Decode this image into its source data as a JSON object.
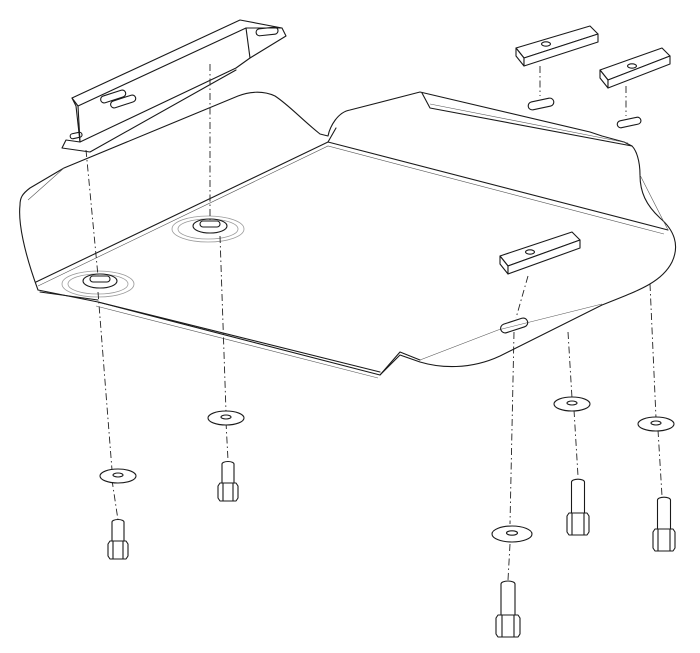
{
  "diagram": {
    "kind": "exploded assembly view",
    "line_color": "#1a1a1a",
    "background": "#ffffff",
    "parts": {
      "skid_plate": {
        "icon": "skid-plate-panel"
      },
      "mounting_bracket": {
        "icon": "slotted-bracket"
      },
      "spacer_blocks": {
        "count": 3,
        "icon": "rectangular-spacer"
      },
      "washers": {
        "count": 5,
        "icon": "flat-washer"
      },
      "bolts": {
        "count": 5,
        "icon": "hex-bolt"
      }
    }
  }
}
